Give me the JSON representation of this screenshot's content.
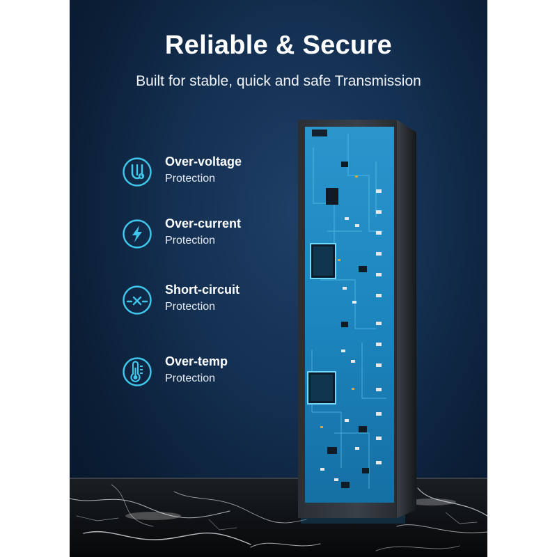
{
  "header": {
    "title": "Reliable & Secure",
    "subtitle": "Built for stable, quick and safe Transmission"
  },
  "features": [
    {
      "name": "Over-voltage",
      "sub": "Protection",
      "icon": "voltage-magnet-icon"
    },
    {
      "name": "Over-current",
      "sub": "Protection",
      "icon": "lightning-bolt-icon"
    },
    {
      "name": "Short-circuit",
      "sub": "Protection",
      "icon": "short-circuit-icon"
    },
    {
      "name": "Over-temp",
      "sub": "Protection",
      "icon": "thermometer-icon"
    }
  ],
  "colors": {
    "background": "#143052",
    "icon_accent": "#3fc6ea",
    "pcb": "#1f8fc4",
    "text": "#ffffff"
  }
}
